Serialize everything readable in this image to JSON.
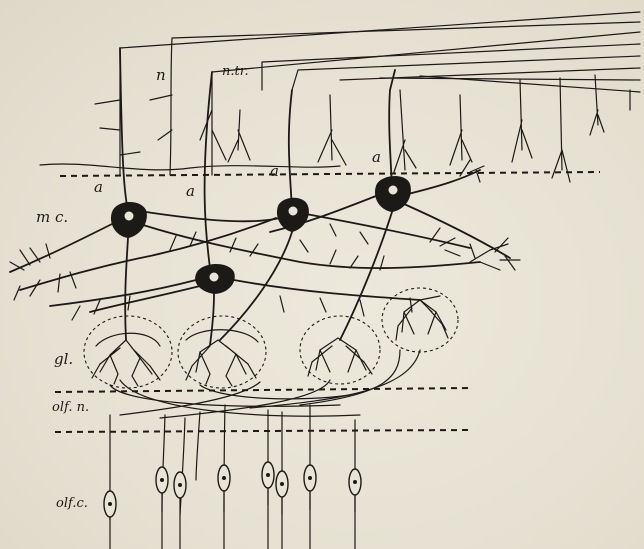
{
  "labels": {
    "n": "n",
    "n_tr": "n.tr.",
    "a": "a",
    "mc": "m c.",
    "gl": "gl.",
    "olf_n": "olf. n.",
    "olf_c": "olf.c."
  }
}
